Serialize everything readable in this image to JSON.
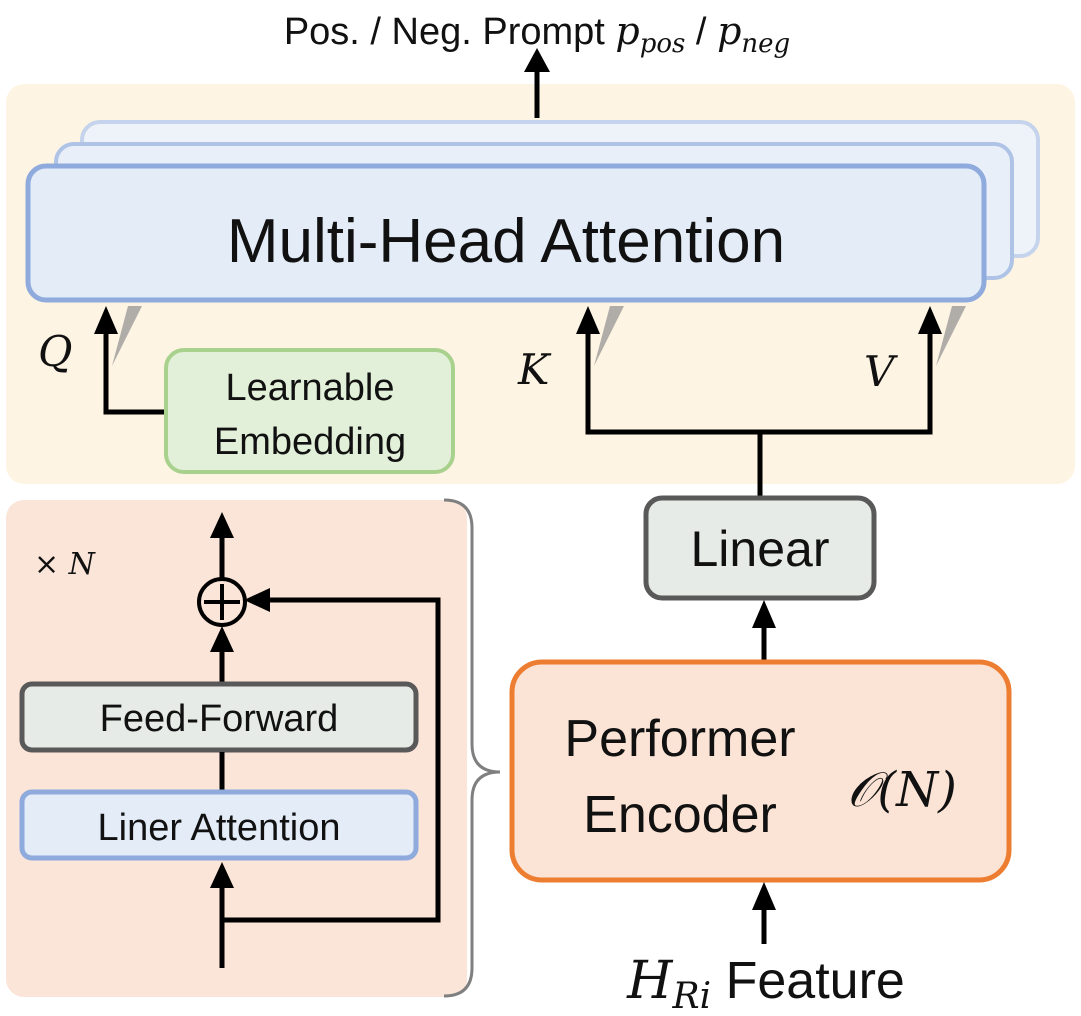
{
  "title": {
    "text": "Pos. / Neg. Prompt ",
    "p1": "p",
    "p1_sub": "pos",
    "slash": " / ",
    "p2": "p",
    "p2_sub": "neg"
  },
  "attention_block": {
    "label": "Multi-Head Attention",
    "q": "Q",
    "k": "K",
    "v": "V",
    "learnable_line1": "Learnable",
    "learnable_line2": "Embedding"
  },
  "encoder_detail": {
    "repeat": "× N",
    "feed_forward": "Feed-Forward",
    "liner_attention": "Liner Attention"
  },
  "linear": {
    "label": "Linear"
  },
  "performer": {
    "line1": "Performer",
    "line2": "Encoder",
    "complexity": "𝒪(N)"
  },
  "input": {
    "h": "H",
    "h_sub": "Ri",
    "feature": " Feature"
  },
  "colors": {
    "attention_panel": "#fdf4e3",
    "encoder_panel": "#fbe4d8",
    "mha_fill": "#e3ecf7",
    "mha_stroke": "#8faadc",
    "learnable_fill": "#e2f0d9",
    "learnable_stroke": "#a9d18e",
    "performer_fill": "#fbe4d6",
    "performer_stroke": "#ed7d31",
    "gray_fill": "#e6ebe8",
    "gray_stroke": "#595959"
  }
}
